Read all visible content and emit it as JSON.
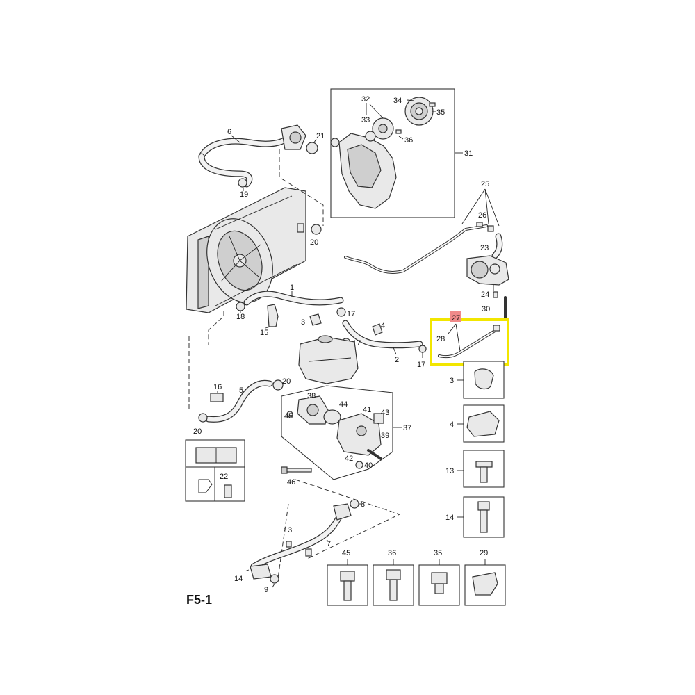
{
  "figure_code": "F5-1",
  "highlight": {
    "color": "#f2e600",
    "label": "27",
    "label_bg": "#f08a8a"
  },
  "callouts": {
    "c1": "1",
    "c2": "2",
    "c3": "3",
    "c4": "4",
    "c5": "5",
    "c6": "6",
    "c7": "7",
    "c8": "8",
    "c9": "9",
    "c13": "13",
    "c14a": "14",
    "c14b": "14",
    "c15": "15",
    "c16": "16",
    "c17a": "17",
    "c17b": "17",
    "c17c": "17",
    "c18": "18",
    "c19": "19",
    "c20a": "20",
    "c20b": "20",
    "c20c": "20",
    "c21": "21",
    "c22": "22",
    "c23": "23",
    "c24": "24",
    "c25": "25",
    "c26": "26",
    "c28": "28",
    "c30": "30",
    "c31": "31",
    "c32": "32",
    "c33": "33",
    "c34": "34",
    "c35": "35",
    "c36": "36",
    "c37": "37",
    "c38": "38",
    "c39": "39",
    "c40": "40",
    "c41": "41",
    "c42": "42",
    "c43": "43",
    "c44": "44",
    "c45": "45",
    "c46": "46"
  },
  "side_panels": [
    "3",
    "4",
    "13",
    "14"
  ],
  "bottom_panels": [
    "45",
    "36",
    "35",
    "29"
  ]
}
